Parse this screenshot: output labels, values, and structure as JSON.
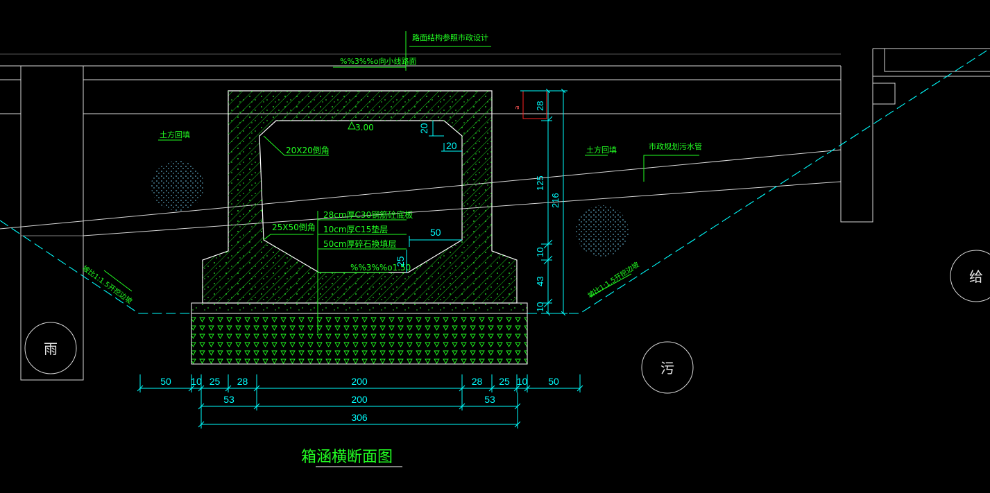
{
  "drawing": {
    "title": "箱涵横断面图",
    "labels": {
      "road_structure": "路面结构参照市政设计",
      "road_level": "%%3%%o向小线路面",
      "backfill_left": "土方回填",
      "backfill_right": "土方回填",
      "sewer_pipe": "市政规划污水管",
      "chamfer_top": "20X20倒角",
      "chamfer_bottom": "25X50倒角",
      "inner_elev": "3.00",
      "layer_1": "28cm厚C30钢筋砼底板",
      "layer_2": "10cm厚C15垫层",
      "layer_3": "50cm厚碎石换填层",
      "slope_bottom": "%%3%%o1.50",
      "slope_left": "坡比1:1.5开挖边坡",
      "slope_right": "坡比1:1.5开挖边坡",
      "circle_rain": "雨",
      "circle_sewage": "污",
      "circle_supply": "给",
      "small_marker": "a"
    },
    "dims": {
      "d_20v": "20",
      "d_20h": "20",
      "d_50": "50",
      "d_25": "25",
      "v_28": "28",
      "v_125": "125",
      "v_216": "216",
      "v_10a": "10",
      "v_43": "43",
      "v_10b": "10",
      "row1": [
        "50",
        "10",
        "25",
        "28",
        "200",
        "28",
        "25",
        "10",
        "50"
      ],
      "row2": [
        "53",
        "200",
        "53"
      ],
      "row3": [
        "306"
      ]
    },
    "colors": {
      "background": "#000000",
      "structure": "#22ff22",
      "dimension": "#00ffff",
      "outline": "#ffffff",
      "marker": "#ff2222"
    }
  }
}
